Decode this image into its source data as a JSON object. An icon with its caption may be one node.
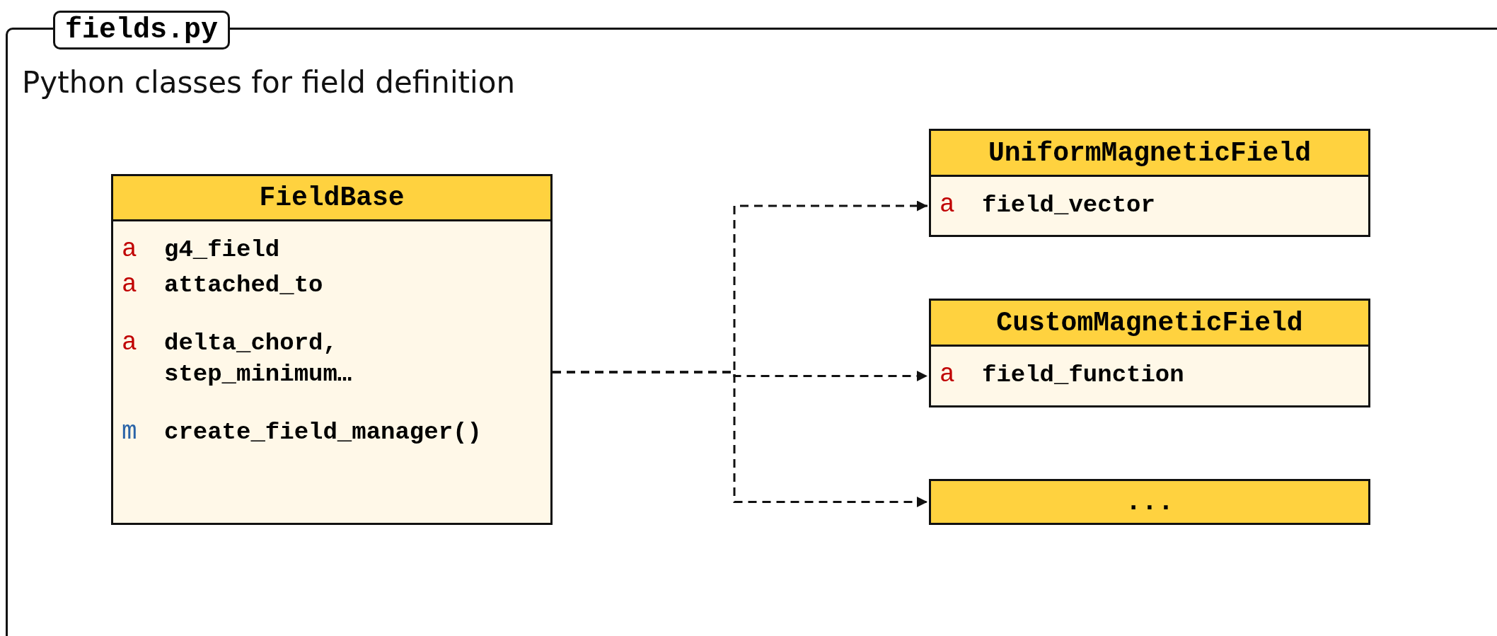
{
  "diagram": {
    "nodes": [
      {
        "text": [
          "fields.py",
          "Python classes for field definition"
        ]
      },
      {
        "text": [
          "FieldBase",
          "a",
          "g4_field",
          "a",
          "attached_to",
          "a",
          "delta_chord, step_minimum…",
          "m",
          "create_field_manager()"
        ],
        "in": 0
      },
      {
        "text": [
          "UniformMagneticField",
          "a",
          "field_vector"
        ],
        "in": 0
      },
      {
        "text": [
          "CustomMagneticField",
          "a",
          "field_function"
        ],
        "in": 0
      },
      {
        "text": [
          "..."
        ],
        "in": 0
      }
    ],
    "edges": [
      {
        "from": 1,
        "to": 2,
        "arrow": "to",
        "style": "dashed"
      },
      {
        "from": 1,
        "to": 3,
        "arrow": "to",
        "style": "dashed"
      },
      {
        "from": 1,
        "to": 4,
        "arrow": "to",
        "style": "dashed"
      }
    ]
  }
}
